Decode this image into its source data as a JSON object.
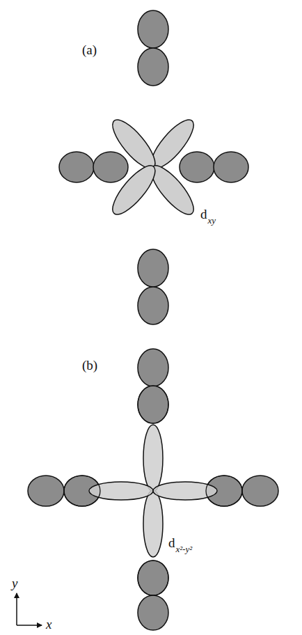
{
  "diagram": {
    "labels": [
      "(a)",
      "d",
      "xy",
      "(b)",
      "d",
      "x²-y²",
      "y",
      "x"
    ]
  }
}
